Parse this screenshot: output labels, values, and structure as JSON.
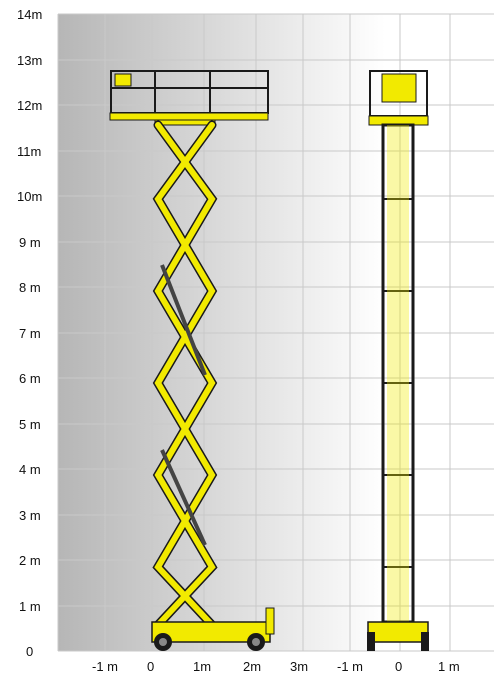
{
  "diagram": {
    "y_axis_labels": [
      "0",
      "1 m",
      "2 m",
      "3 m",
      "4 m",
      "5 m",
      "6 m",
      "7 m",
      "8 m",
      "9 m",
      "10m",
      "11m",
      "12m",
      "13m",
      "14m"
    ],
    "x_axis_labels": [
      "-1 m",
      "0",
      "1m",
      "2m",
      "3m",
      "-1 m",
      "0",
      "1 m"
    ],
    "colors": {
      "lift": "#f2ea00",
      "frame": "#1a1a1a",
      "grid": "#c9c9c9",
      "gradient_start": "#b8b8b8",
      "gradient_end": "#ffffff"
    }
  }
}
